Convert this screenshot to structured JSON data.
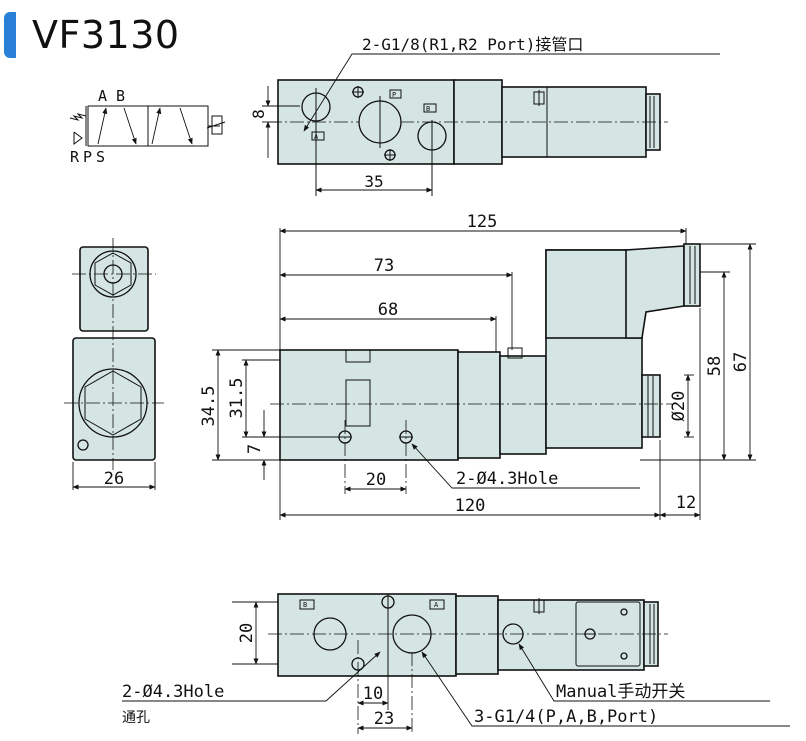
{
  "title": "VF3130",
  "labels": {
    "port_r": "2-G1/8(R1,R2 Port)接管口",
    "symbol_ab": "A B",
    "symbol_rps": "RPS",
    "hole_mid": "2-Ø4.3Hole",
    "hole_bottom": "2-Ø4.3Hole",
    "through_hole": "通孔",
    "manual": "Manual手动开关",
    "ports": "3-G1/4(P,A,B,Port)"
  },
  "dimensions": {
    "top_8": "8",
    "top_35": "35",
    "d125": "125",
    "d73": "73",
    "d68": "68",
    "d34_5": "34.5",
    "d31_5": "31.5",
    "d7": "7",
    "d20_mid": "20",
    "d120": "120",
    "d12": "12",
    "d58": "58",
    "d67": "67",
    "phi20": "Ø20",
    "d26": "26",
    "b20": "20",
    "b10": "10",
    "b23": "23"
  },
  "marks": {
    "top_p": "P",
    "top_a": "A",
    "top_b": "B",
    "bottom_a": "A",
    "bottom_b": "B"
  },
  "colors": {
    "body_fill": "#d5e5e3",
    "title_tab": "#2a7fd6",
    "line": "#111111"
  }
}
